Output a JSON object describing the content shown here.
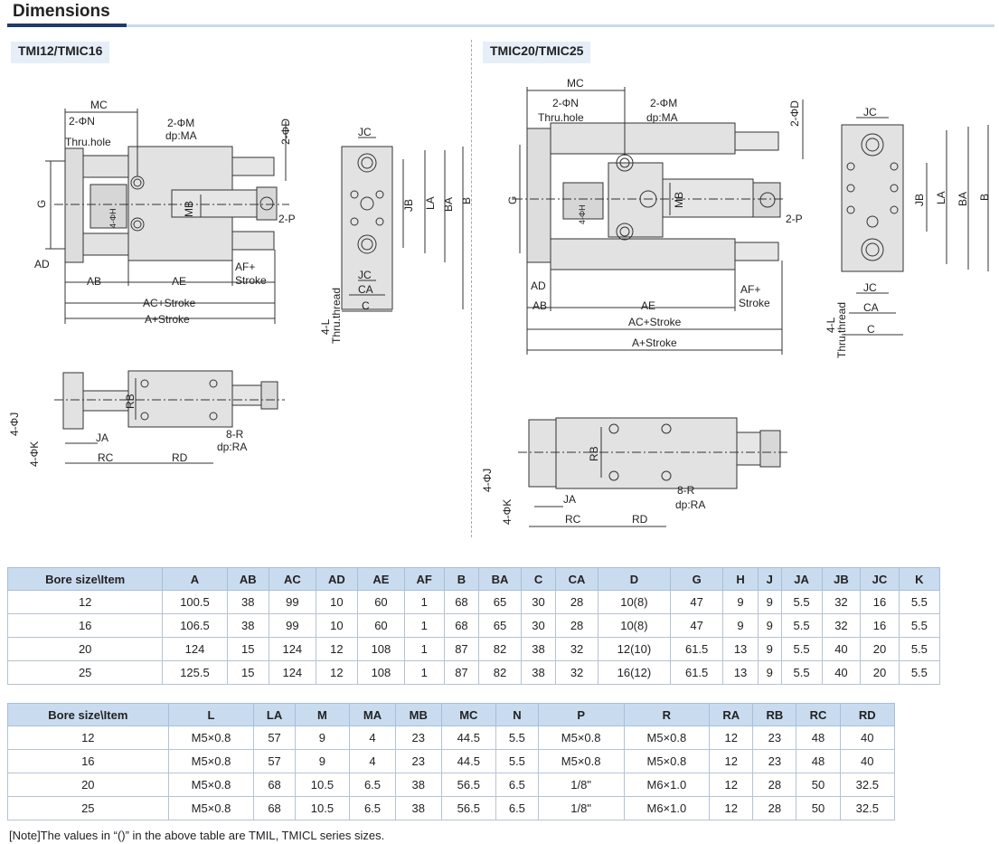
{
  "title": "Dimensions",
  "left_section": "TMI12/TMIC16",
  "right_section": "TMIC20/TMIC25",
  "left_drawing_labels": {
    "mc": "MC",
    "n": "2-ΦN",
    "thru_hole": "Thru.hole",
    "m": "2-ΦM",
    "dpma": "dp:MA",
    "d": "2-ΦD",
    "g": "G",
    "h": "4-ΦH",
    "mb": "MB",
    "p": "2-P",
    "ad": "AD",
    "ab": "AB",
    "ae": "AE",
    "af": "AF+",
    "stroke": "Stroke",
    "ac": "AC+Stroke",
    "a": "A+Stroke",
    "jc": "JC",
    "jb": "JB",
    "la": "LA",
    "ba": "BA",
    "b": "B",
    "jc2": "JC",
    "ca": "CA",
    "c": "C",
    "l": "4-L",
    "thru_thread": "Thru.thread",
    "j": "4-ΦJ",
    "k": "4-ΦK",
    "rb": "RB",
    "ja": "JA",
    "rc": "RC",
    "rd": "RD",
    "r": "8-R",
    "dpra": "dp:RA"
  },
  "right_drawing_labels": {
    "mc": "MC",
    "n": "2-ΦN",
    "thru_hole": "Thru.hole",
    "m": "2-ΦM",
    "dpma": "dp:MA",
    "d": "2-ΦD",
    "g": "G",
    "h": "4-ΦH",
    "mb": "MB",
    "p": "2-P",
    "ad": "AD",
    "ab": "AB",
    "ae": "AE",
    "af": "AF+",
    "stroke": "Stroke",
    "ac": "AC+Stroke",
    "a": "A+Stroke",
    "jc": "JC",
    "jb": "JB",
    "la": "LA",
    "ba": "BA",
    "b": "B",
    "jc2": "JC",
    "ca": "CA",
    "c": "C",
    "l": "4-L",
    "thru_thread": "Thru.thread",
    "j": "4-ΦJ",
    "k": "4-ΦK",
    "rb": "RB",
    "ja": "JA",
    "rc": "RC",
    "rd": "RD",
    "r": "8-R",
    "dpra": "dp:RA"
  },
  "table1": {
    "headers": [
      "Bore size\\Item",
      "A",
      "AB",
      "AC",
      "AD",
      "AE",
      "AF",
      "B",
      "BA",
      "C",
      "CA",
      "D",
      "G",
      "H",
      "J",
      "JA",
      "JB",
      "JC",
      "K"
    ],
    "rows": [
      [
        "12",
        "100.5",
        "38",
        "99",
        "10",
        "60",
        "1",
        "68",
        "65",
        "30",
        "28",
        "10(8)",
        "47",
        "9",
        "9",
        "5.5",
        "32",
        "16",
        "5.5"
      ],
      [
        "16",
        "106.5",
        "38",
        "99",
        "10",
        "60",
        "1",
        "68",
        "65",
        "30",
        "28",
        "10(8)",
        "47",
        "9",
        "9",
        "5.5",
        "32",
        "16",
        "5.5"
      ],
      [
        "20",
        "124",
        "15",
        "124",
        "12",
        "108",
        "1",
        "87",
        "82",
        "38",
        "32",
        "12(10)",
        "61.5",
        "13",
        "9",
        "5.5",
        "40",
        "20",
        "5.5"
      ],
      [
        "25",
        "125.5",
        "15",
        "124",
        "12",
        "108",
        "1",
        "87",
        "82",
        "38",
        "32",
        "16(12)",
        "61.5",
        "13",
        "9",
        "5.5",
        "40",
        "20",
        "5.5"
      ]
    ]
  },
  "table2": {
    "headers": [
      "Bore size\\Item",
      "L",
      "LA",
      "M",
      "MA",
      "MB",
      "MC",
      "N",
      "P",
      "R",
      "RA",
      "RB",
      "RC",
      "RD"
    ],
    "rows": [
      [
        "12",
        "M5×0.8",
        "57",
        "9",
        "4",
        "23",
        "44.5",
        "5.5",
        "M5×0.8",
        "M5×0.8",
        "12",
        "23",
        "48",
        "40"
      ],
      [
        "16",
        "M5×0.8",
        "57",
        "9",
        "4",
        "23",
        "44.5",
        "5.5",
        "M5×0.8",
        "M5×0.8",
        "12",
        "23",
        "48",
        "40"
      ],
      [
        "20",
        "M5×0.8",
        "68",
        "10.5",
        "6.5",
        "38",
        "56.5",
        "6.5",
        "1/8\"",
        "M6×1.0",
        "12",
        "28",
        "50",
        "32.5"
      ],
      [
        "25",
        "M5×0.8",
        "68",
        "10.5",
        "6.5",
        "38",
        "56.5",
        "6.5",
        "1/8\"",
        "M6×1.0",
        "12",
        "28",
        "50",
        "32.5"
      ]
    ]
  },
  "note": "[Note]The values in “()” in the above table are TMIL, TMICL series sizes."
}
